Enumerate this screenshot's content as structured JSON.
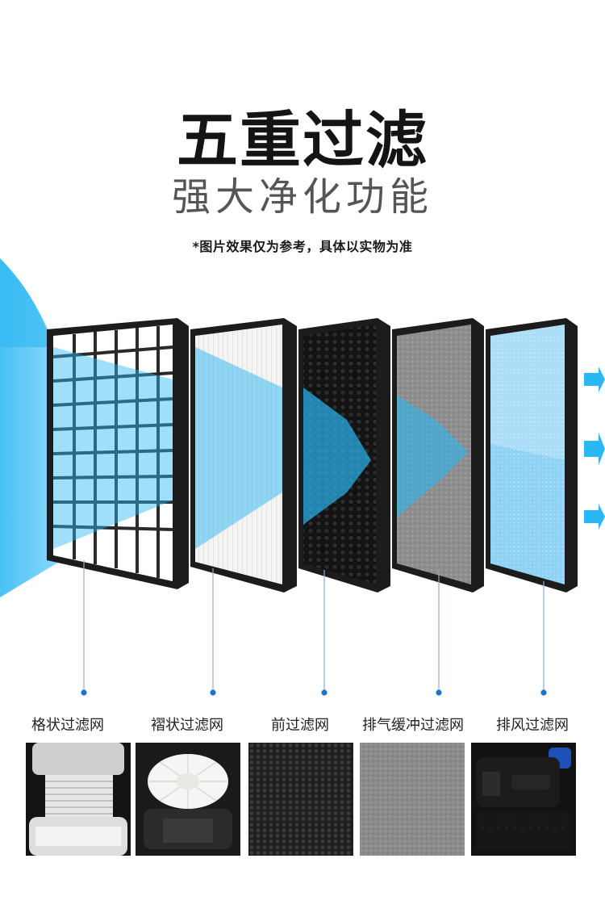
{
  "header": {
    "title": "五重过滤",
    "subtitle": "强大净化功能",
    "note": "*图片效果仅为参考，具体以实物为准"
  },
  "filters": [
    {
      "label": "格状过滤网",
      "icon": "grid-filter-layer"
    },
    {
      "label": "褶状过滤网",
      "icon": "pleated-filter-layer"
    },
    {
      "label": "前过滤网",
      "icon": "honeycomb-filter-layer"
    },
    {
      "label": "排气缓冲过滤网",
      "icon": "felt-filter-layer"
    },
    {
      "label": "排风过滤网",
      "icon": "exhaust-filter-layer"
    }
  ],
  "colors": {
    "airflow": "#2bb7f2",
    "frame": "#1c1c1c",
    "dot": "#1a73c9"
  }
}
